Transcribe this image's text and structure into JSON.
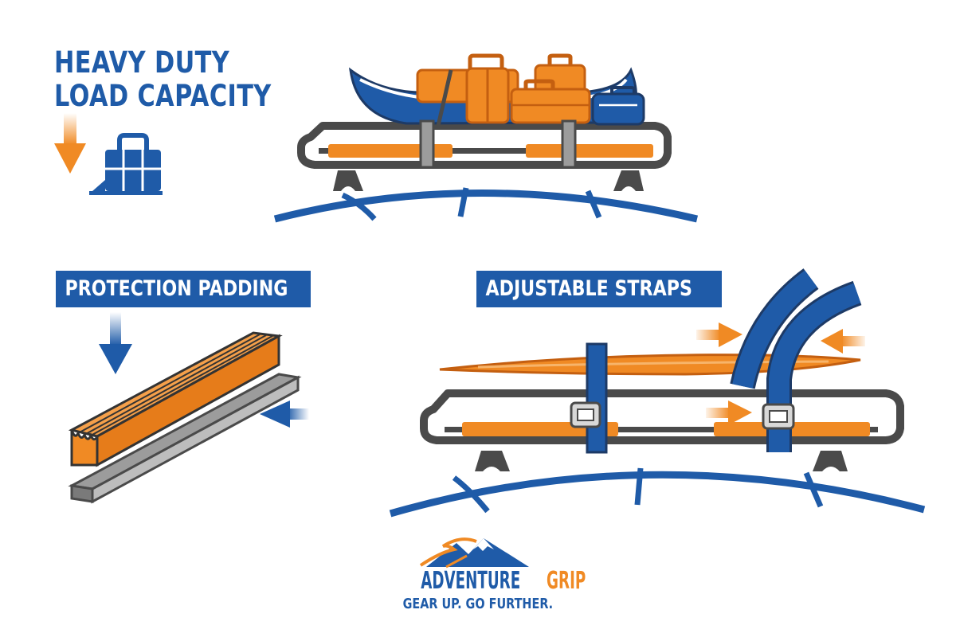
{
  "colors": {
    "blue": "#1f5ba8",
    "orange": "#f08a24",
    "dark": "#4a4a4a",
    "gray": "#9c9c9c"
  },
  "features": {
    "load": {
      "title_line1": "HEAVY DUTY",
      "title_line2": "LOAD CAPACITY",
      "icons": [
        "down-arrow-icon",
        "luggage-icon"
      ]
    },
    "padding": {
      "label": "PROTECTION PADDING",
      "icons": [
        "down-arrow-icon",
        "left-arrow-icon"
      ]
    },
    "straps": {
      "label": "ADJUSTABLE STRAPS",
      "icons": [
        "right-arrow-icon",
        "left-arrow-icon"
      ]
    }
  },
  "brand": {
    "name_part1": "ADVENTURE",
    "name_part2": "GRIP",
    "tagline": "GEAR UP. GO FURTHER.",
    "logo_icon": "mountain-icon"
  }
}
